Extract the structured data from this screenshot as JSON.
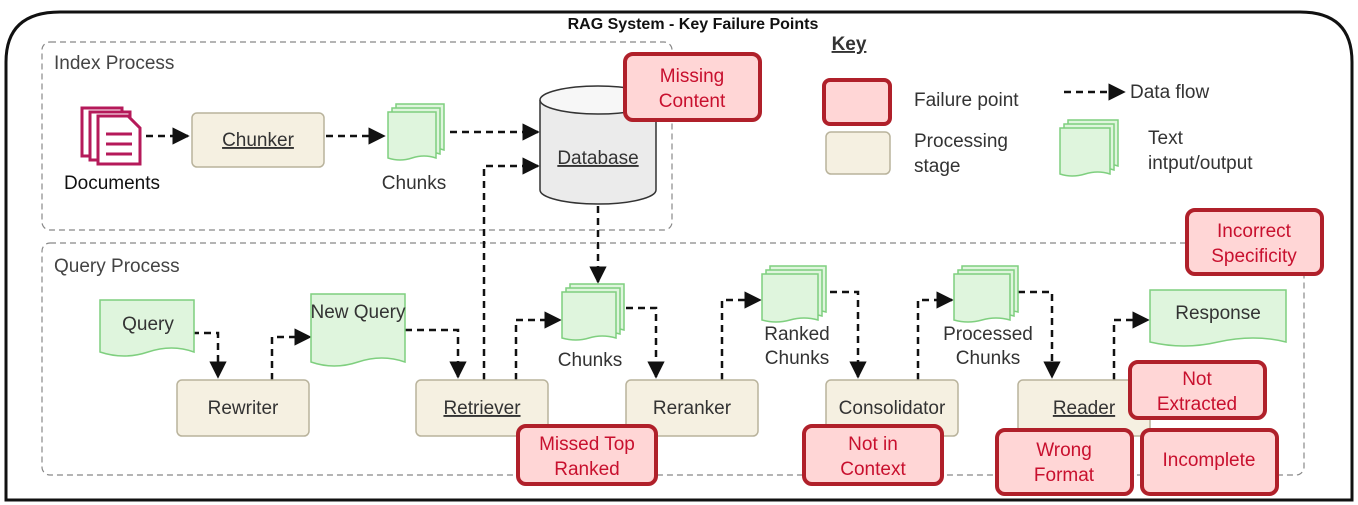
{
  "title": "RAG System - Key Failure Points",
  "index_section": {
    "label": "Index Process"
  },
  "query_section": {
    "label": "Query Process"
  },
  "key": {
    "title": "Key",
    "failure_point": "Failure point",
    "processing_stage": "Processing stage",
    "data_flow": "Data flow",
    "text_io": "Text intput/output"
  },
  "index": {
    "documents": "Documents",
    "chunker": "Chunker",
    "chunks": "Chunks",
    "database": "Database"
  },
  "query": {
    "query": "Query",
    "rewriter": "Rewriter",
    "new_query": "New Query",
    "retriever": "Retriever",
    "chunks": "Chunks",
    "reranker": "Reranker",
    "ranked_chunks": "Ranked Chunks",
    "consolidator": "Consolidator",
    "processed_chunks": "Processed Chunks",
    "reader": "Reader",
    "response": "Response"
  },
  "failures": {
    "missing_content": "Missing Content",
    "missed_top_ranked": "Missed Top Ranked",
    "not_in_context": "Not in Context",
    "incorrect_specificity": "Incorrect Specificity",
    "not_extracted": "Not Extracted",
    "wrong_format": "Wrong Format",
    "incomplete": "Incomplete"
  },
  "colors": {
    "failure_fill": "#ffd6d6",
    "failure_stroke": "#b0202a",
    "failure_text": "#c8102e",
    "stage_fill": "#f5f0e1",
    "stage_stroke": "#b9b39c",
    "chunk_fill": "#dff5dd",
    "chunk_stroke": "#7fcf7f",
    "doc_color": "#b51a5a"
  }
}
